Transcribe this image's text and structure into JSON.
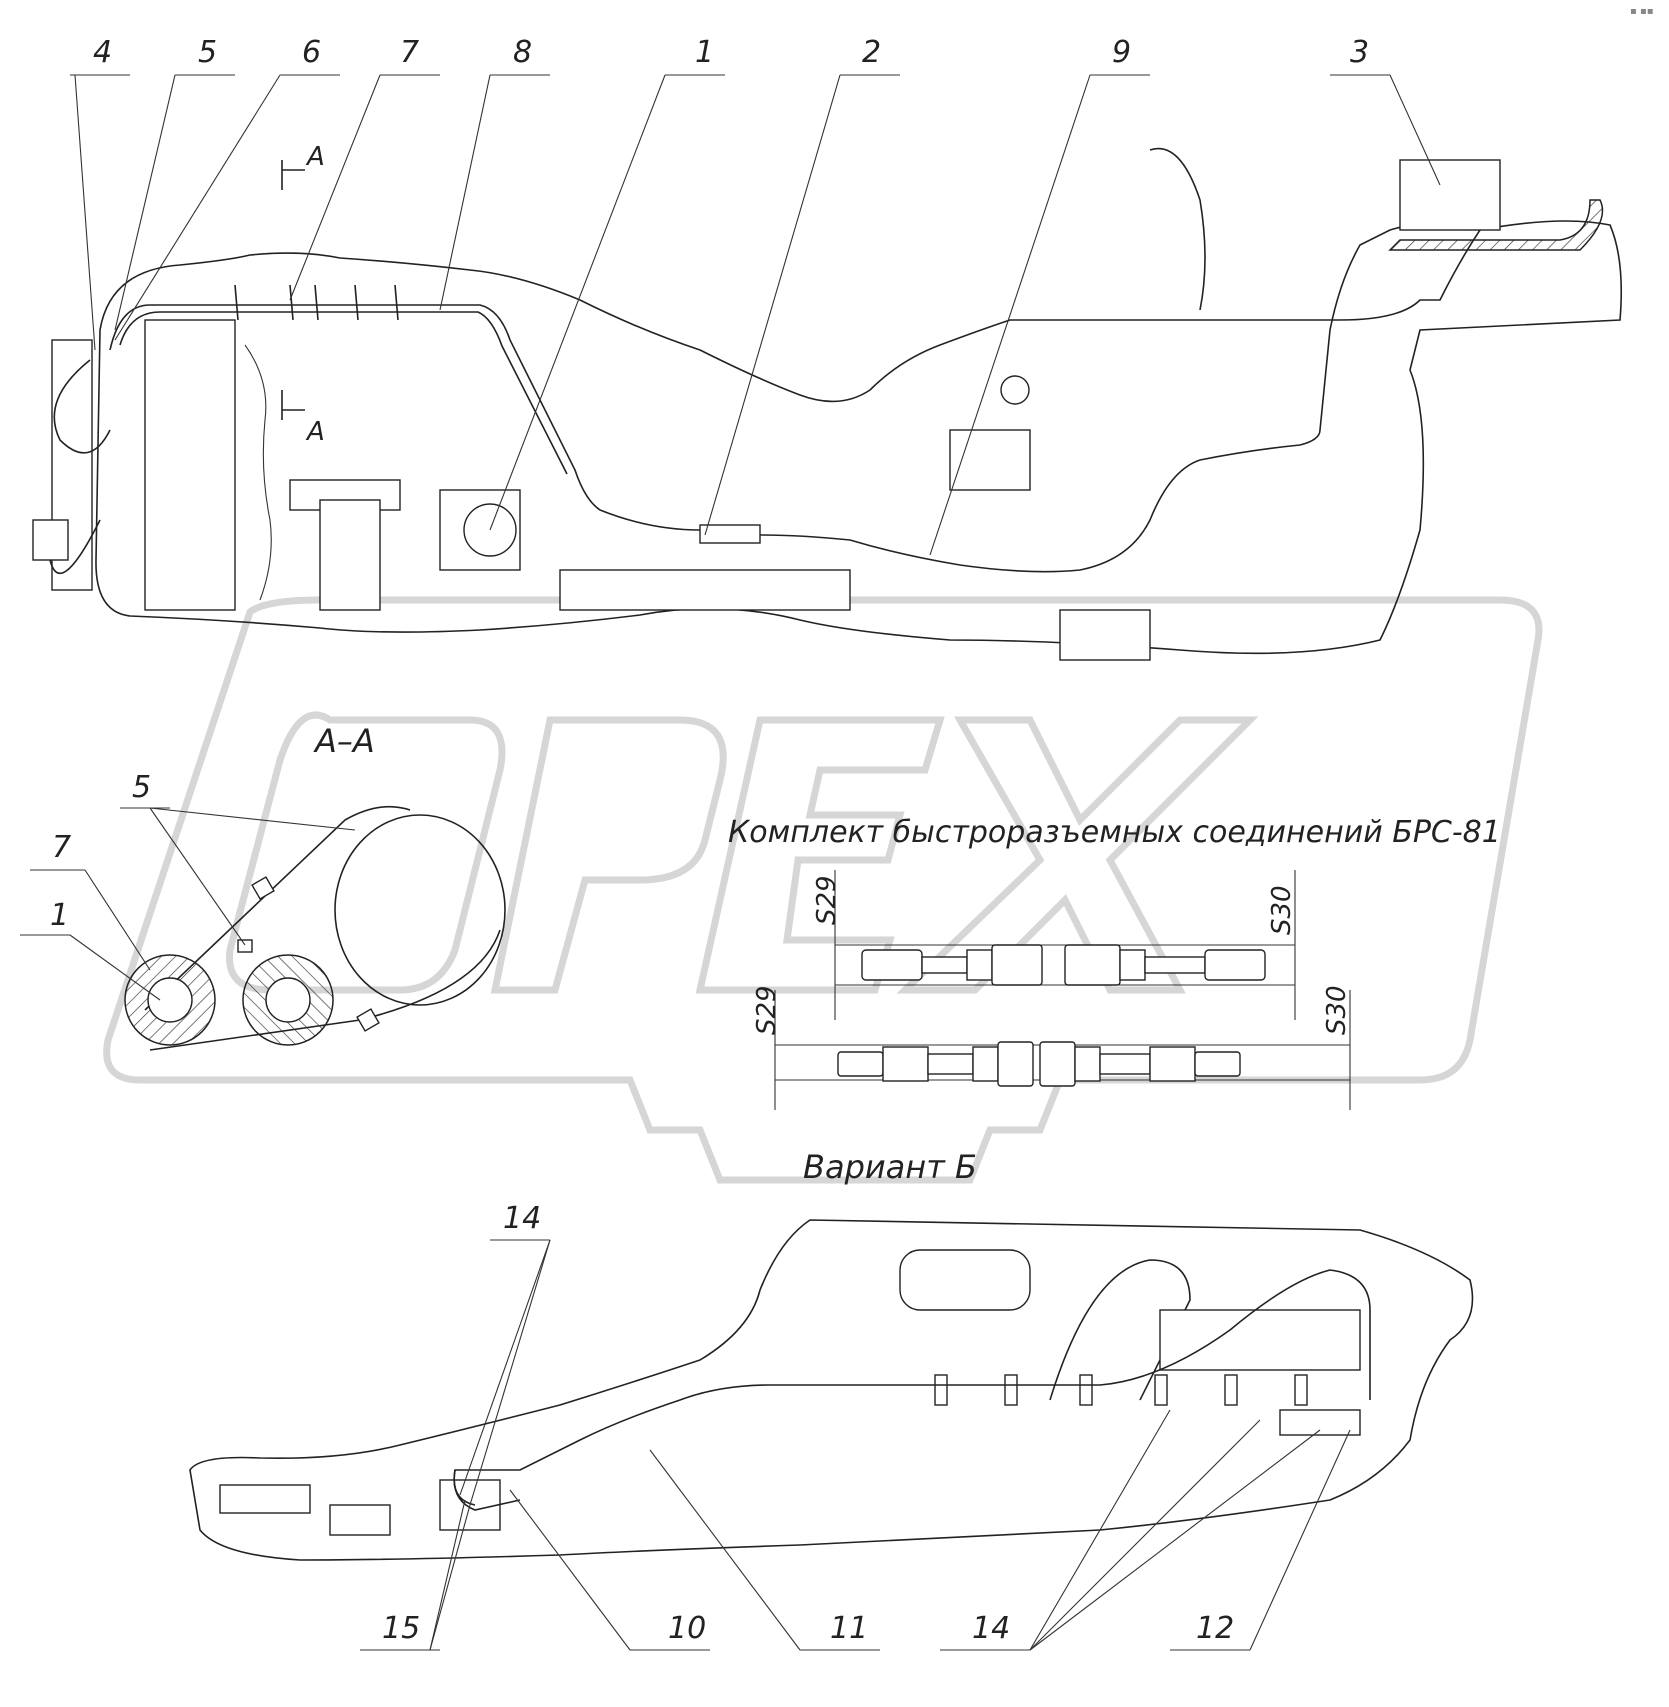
{
  "top_view": {
    "callouts": [
      "4",
      "5",
      "6",
      "7",
      "8",
      "1",
      "2",
      "9",
      "3"
    ],
    "section_mark": "A"
  },
  "section_aa": {
    "title": "А–А",
    "callouts": [
      "5",
      "7",
      "1"
    ]
  },
  "quick_connect": {
    "title": "Комплект быстроразъемных соединений БРС-81",
    "dims": [
      "S29",
      "S30",
      "S29",
      "S30"
    ]
  },
  "variant_b": {
    "title": "Вариант Б",
    "callouts": [
      "14",
      "15",
      "10",
      "11",
      "14",
      "12"
    ]
  },
  "watermark": "OPEX",
  "corner_mark": "▪ ▪▪"
}
